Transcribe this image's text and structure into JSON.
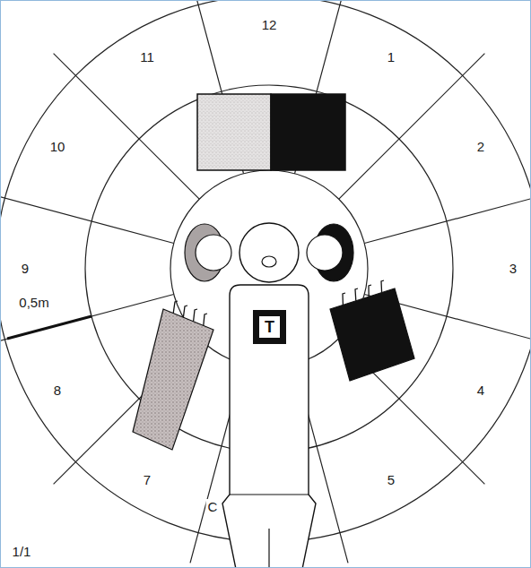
{
  "diagram": {
    "nodes": [
      {
        "text": [
          "T"
        ]
      }
    ],
    "labels": [
      "12",
      "1",
      "2",
      "3",
      "4",
      "5",
      "7",
      "8",
      "9",
      "10",
      "11",
      "0,5m",
      "C",
      "1/1"
    ]
  }
}
